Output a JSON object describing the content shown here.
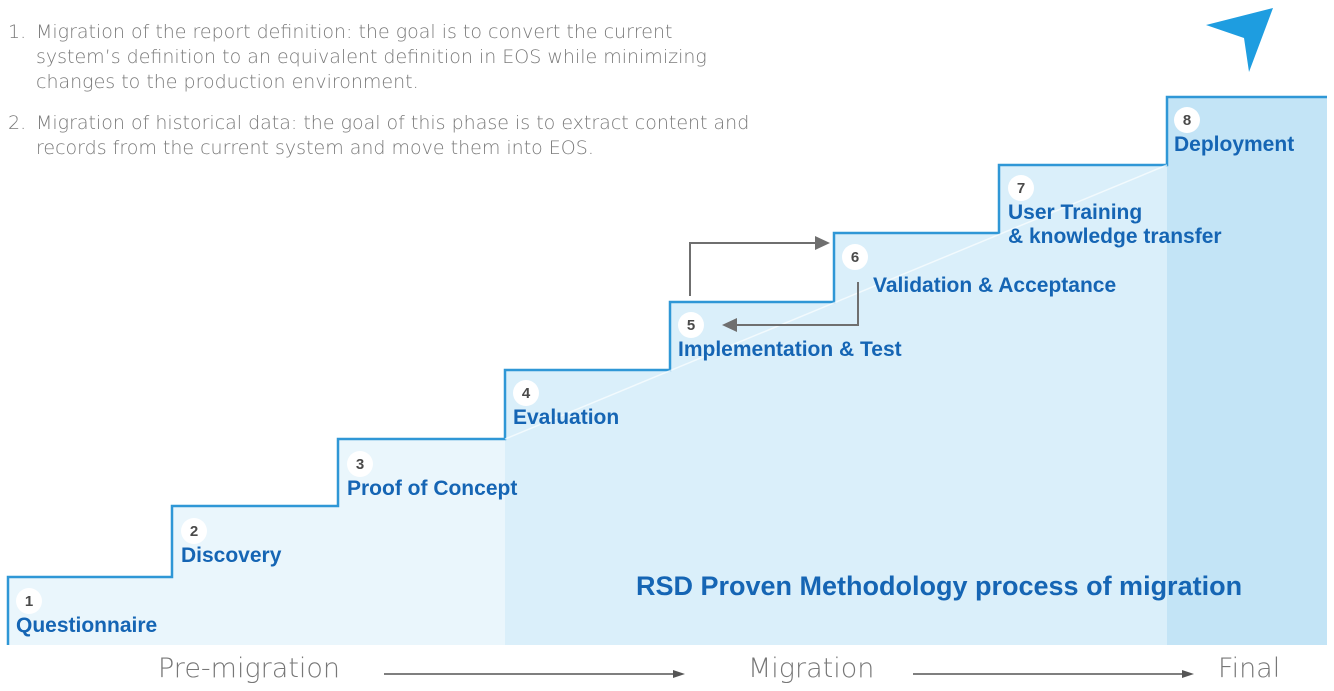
{
  "intro": [
    {
      "num": "1.",
      "text": "Migration of the report definition: the goal is to convert the current system’s definition to an equivalent definition in EOS while minimizing changes to the production environment."
    },
    {
      "num": "2.",
      "text": "Migration of historical data: the goal of this phase is to extract content and records from the current system and move them into EOS."
    }
  ],
  "steps": [
    {
      "num": "1",
      "label": "Questionnaire"
    },
    {
      "num": "2",
      "label": "Discovery"
    },
    {
      "num": "3",
      "label": "Proof of Concept"
    },
    {
      "num": "4",
      "label": "Evaluation"
    },
    {
      "num": "5",
      "label": "Implementation & Test"
    },
    {
      "num": "6",
      "label": "Validation & Acceptance"
    },
    {
      "num": "7",
      "label_line1": "User Training",
      "label_line2": "& knowledge transfer"
    },
    {
      "num": "8",
      "label": "Deployment"
    }
  ],
  "methodology_title": "RSD Proven Methodology process of migration",
  "phases": {
    "pre": "Pre-migration",
    "mid": "Migration",
    "final": "Final"
  },
  "colors": {
    "stair_line": "#2f97d6",
    "fill_light": "#eaf6fc",
    "fill_mid": "#daeffa",
    "fill_dark": "#c3e4f6",
    "label_blue": "#1565b4",
    "arrow_gray": "#6f6f6f",
    "logo_blue": "#1e9de0"
  },
  "icons": [
    "logo-arrow-icon",
    "feedback-arrow-icon",
    "phase-arrow-icon"
  ]
}
